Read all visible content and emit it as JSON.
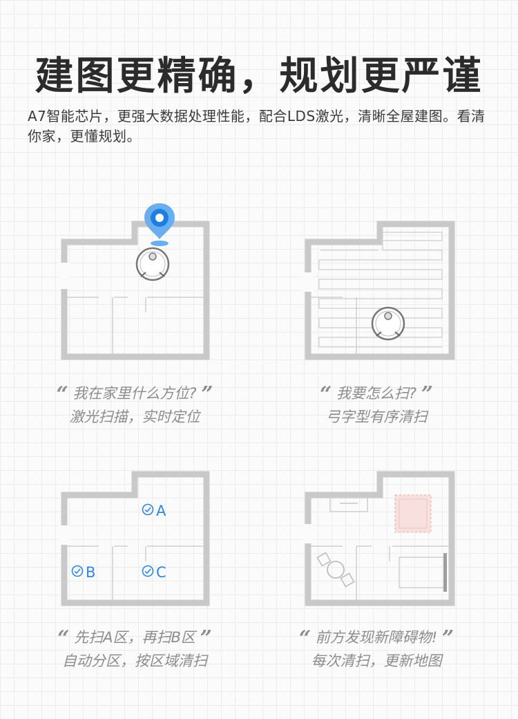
{
  "header": {
    "title": "建图更精确，规划更严谨",
    "subtitle": "A7智能芯片，更强大数据处理性能，配合LDS激光，清晰全屋建图。看清你家，更懂规划。"
  },
  "colors": {
    "accent": "#2e86de",
    "wall": "#c9c9c9",
    "caption": "#8c8c8c",
    "obstacle": "#e8a9a4"
  },
  "panels": [
    {
      "icons": [
        "location-pin-icon",
        "robot-vacuum-icon"
      ],
      "line1": "我在家里什么方位?",
      "line2": "激光扫描，实时定位"
    },
    {
      "icons": [
        "robot-vacuum-icon",
        "zigzag-path-icon"
      ],
      "line1": "我要怎么扫?",
      "line2": "弓字型有序清扫"
    },
    {
      "zones": [
        "A",
        "B",
        "C"
      ],
      "line1": "先扫A区，再扫B区",
      "line2": "自动分区，按区域清扫"
    },
    {
      "icons": [
        "table-chairs-icon",
        "bed-icon",
        "obstacle-icon"
      ],
      "line1": "前方发现新障碍物!",
      "line2": "每次清扫，更新地图"
    }
  ]
}
